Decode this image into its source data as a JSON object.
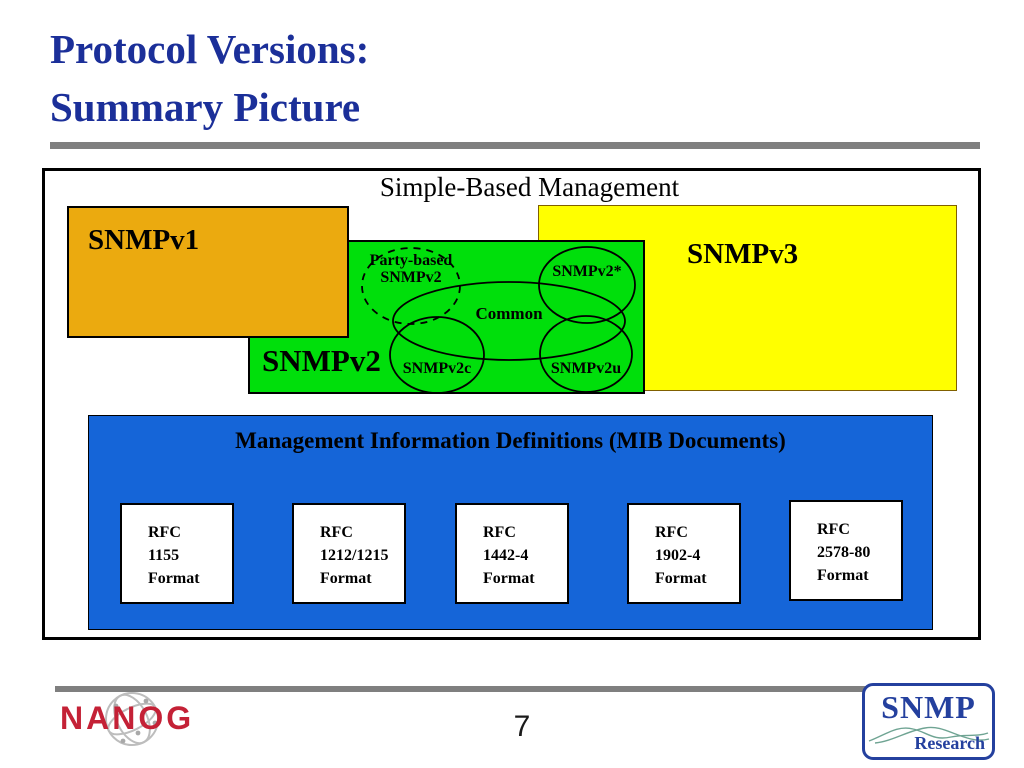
{
  "slide": {
    "title_line1": "Protocol Versions:",
    "title_line2": "Summary Picture",
    "page_number": "7"
  },
  "diagram": {
    "heading": "Simple-Based Management",
    "snmpv1": {
      "label": "SNMPv1"
    },
    "snmpv2": {
      "label": "SNMPv2"
    },
    "snmpv3": {
      "label": "SNMPv3"
    },
    "venn": {
      "party_line1": "Party-based",
      "party_line2": "SNMPv2",
      "snmpv2_star": "SNMPv2*",
      "common": "Common",
      "snmpv2c": "SNMPv2c",
      "snmpv2u": "SNMPv2u"
    },
    "mib": {
      "title": "Management Information Definitions (MIB Documents)",
      "rfc_boxes": [
        {
          "lines": [
            "RFC",
            "1155",
            "Format"
          ]
        },
        {
          "lines": [
            "RFC",
            "1212/1215",
            "Format"
          ]
        },
        {
          "lines": [
            "RFC",
            "1442-4",
            "Format"
          ]
        },
        {
          "lines": [
            "RFC",
            "1902-4",
            "Format"
          ]
        },
        {
          "lines": [
            "RFC",
            "2578-80",
            "Format"
          ]
        }
      ]
    }
  },
  "footer": {
    "nanog_text": "NANOG",
    "snmp_logo_title": "SNMP",
    "snmp_logo_subtitle": "Research"
  },
  "colors": {
    "title_blue": "#1B2F99",
    "snmpv1_fill": "#EBAA0F",
    "snmpv2_fill": "#00DF0B",
    "snmpv3_fill": "#FFFF00",
    "mib_fill": "#1565D8",
    "divider_gray": "#7F7F7F",
    "nanog_red": "#C42136",
    "snmp_logo_blue": "#24409E"
  }
}
